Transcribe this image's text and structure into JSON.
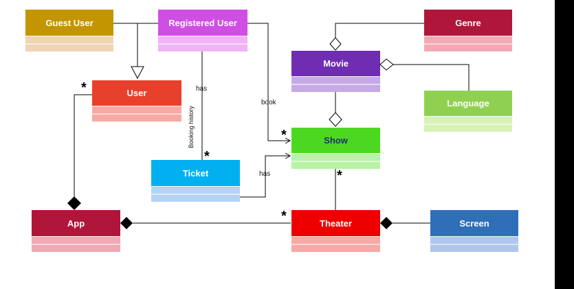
{
  "classes": {
    "guest_user": {
      "name": "Guest User",
      "color": "#c39500",
      "body": "#f1d4b3"
    },
    "registered_user": {
      "name": "Registered User",
      "color": "#cf4ee3",
      "body": "#f0b3f6"
    },
    "genre": {
      "name": "Genre",
      "color": "#b0163a",
      "body": "#f2a9b4"
    },
    "movie": {
      "name": "Movie",
      "color": "#6f2db1",
      "body": "#c6a9e7"
    },
    "user": {
      "name": "User",
      "color": "#e8412b",
      "body": "#f8a9a5"
    },
    "language": {
      "name": "Language",
      "color": "#90d050",
      "body": "#d7f2b5"
    },
    "show": {
      "name": "Show",
      "color": "#4cd820",
      "body": "#b7f4a5",
      "text_color": "#1f2f6f"
    },
    "ticket": {
      "name": "Ticket",
      "color": "#00b0f0",
      "body": "#b5d2f4"
    },
    "app": {
      "name": "App",
      "color": "#b0163a",
      "body": "#f2a9b4"
    },
    "theater": {
      "name": "Theater",
      "color": "#ee0000",
      "body": "#f8a9a5"
    },
    "screen": {
      "name": "Screen",
      "color": "#2e6fb7",
      "body": "#aec6ec"
    }
  },
  "labels": {
    "has_registered_ticket": "has",
    "book": "book",
    "booking_history": "Booking history",
    "has_ticket_show": "has"
  },
  "multiplicities": {
    "user_star": "*",
    "ticket_star": "*",
    "show_book_star": "*",
    "show_theater_star": "*",
    "theater_star": "*"
  }
}
